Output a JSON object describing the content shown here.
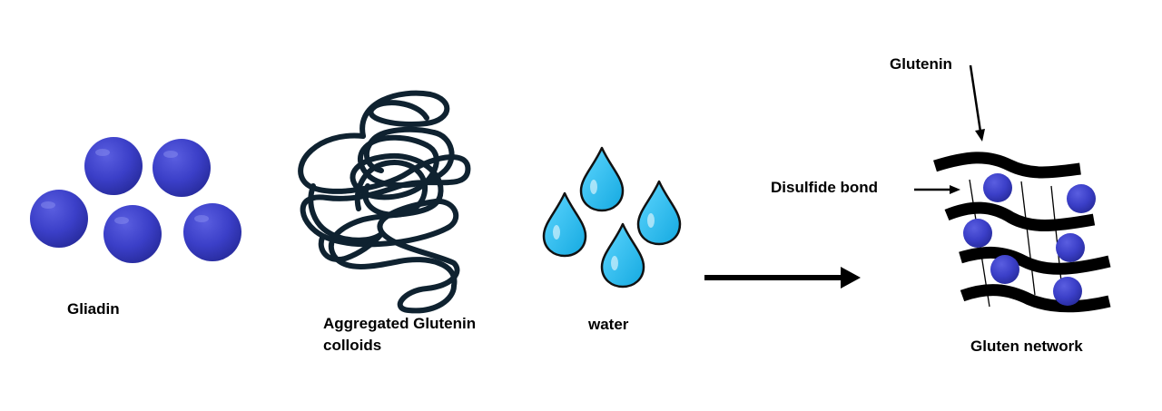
{
  "labels": {
    "gliadin": "Gliadin",
    "glutenin_colloids_line1": "Aggregated Glutenin",
    "glutenin_colloids_line2": "colloids",
    "water": "water",
    "glutenin": "Glutenin",
    "disulfide_bond": "Disulfide bond",
    "gluten_network": "Gluten network"
  },
  "colors": {
    "sphere": "#3b3fc8",
    "sphere_dark": "#262a9a",
    "scribble": "#0f2230",
    "droplet_fill": "#22bff0",
    "droplet_outline": "#111111",
    "arrow": "#000000",
    "strand": "#000000"
  },
  "icons": {
    "sphere": "protein-sphere-icon",
    "droplet": "water-droplet-icon"
  }
}
